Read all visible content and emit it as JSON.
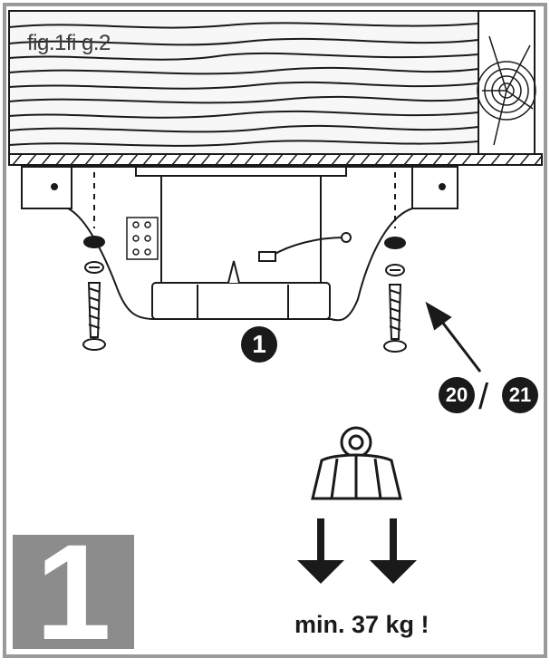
{
  "figure": {
    "label": "fig.1fi g.2",
    "step_number": "1",
    "part_callout": "1",
    "screw_callouts": [
      "20",
      "21"
    ],
    "separator": "/",
    "weight_note": "min. 37 kg !"
  },
  "colors": {
    "ink": "#1a1a1a",
    "badge": "#8c8c8c",
    "frame": "#9a9a9a",
    "background": "#ffffff"
  }
}
